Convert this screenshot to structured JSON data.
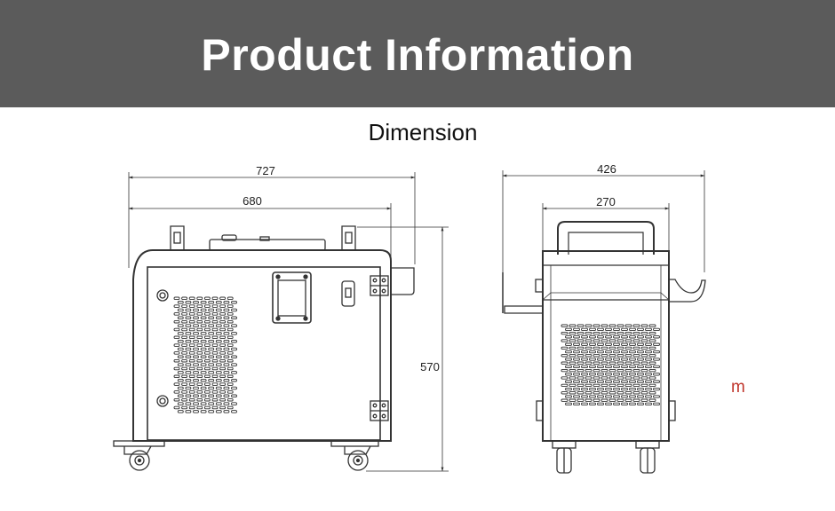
{
  "header": {
    "title": "Product Information"
  },
  "section": {
    "subtitle": "Dimension"
  },
  "side_view": {
    "overall_width": "727",
    "body_width": "680",
    "height": "570"
  },
  "front_view": {
    "overall_width": "426",
    "body_width": "270"
  },
  "unit_label": "m",
  "colors": {
    "banner": "#5b5b5b",
    "unit": "#c0362c",
    "line": "#333333"
  }
}
